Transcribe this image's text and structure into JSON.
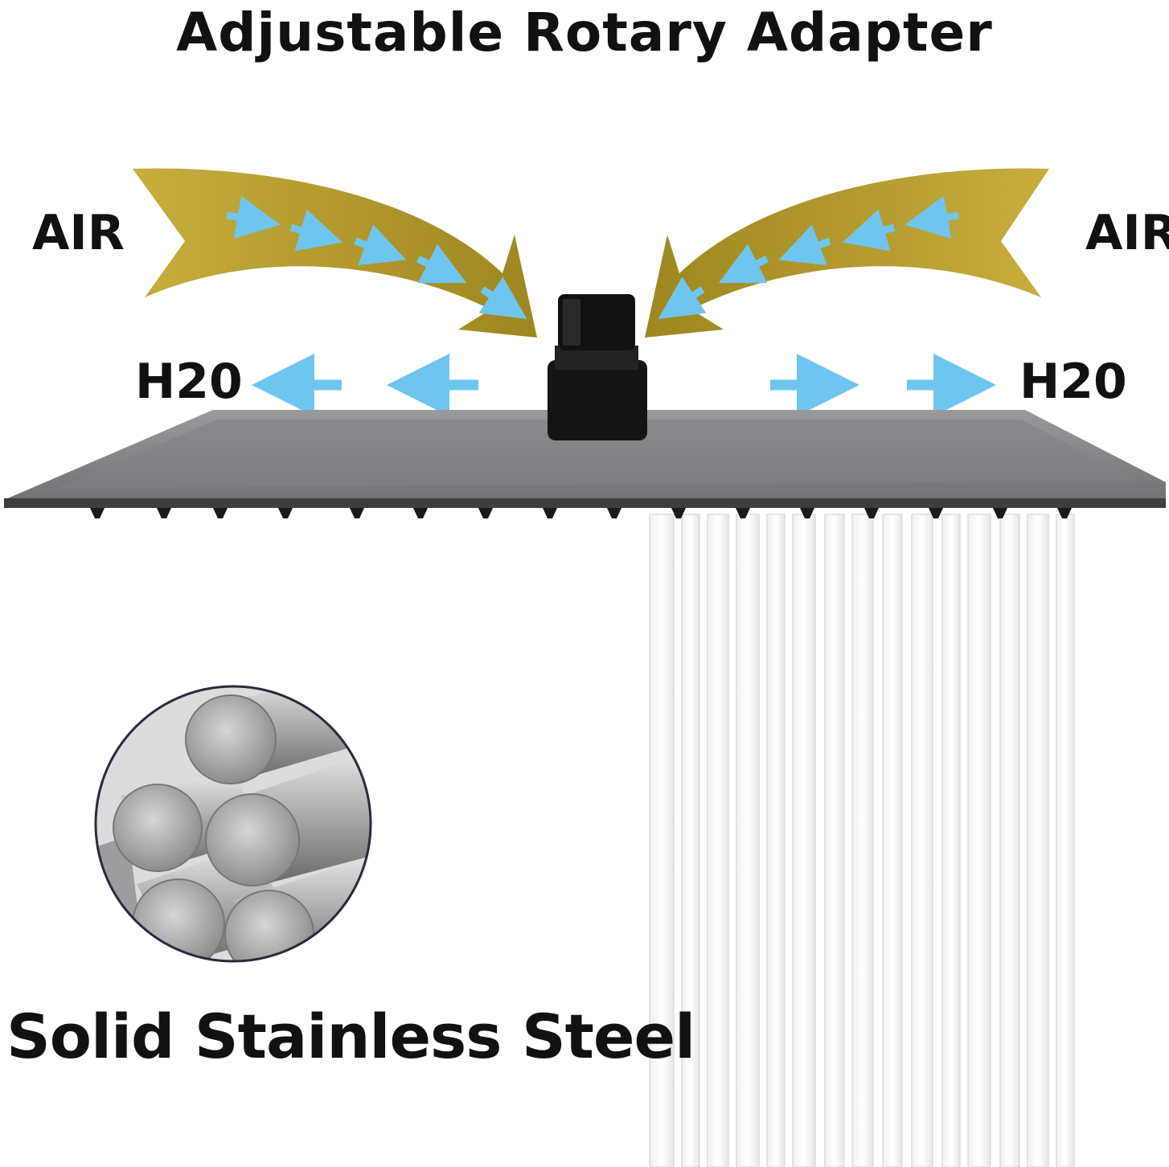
{
  "title": "Adjustable Rotary Adapter",
  "labels": {
    "air_left": "AIR",
    "air_right": "AIR",
    "h2o_left": "H20",
    "h2o_right": "H20",
    "material": "Solid Stainless Steel"
  },
  "colors": {
    "gold": "#B39A2E",
    "blue_arrow": "#6EC6F0",
    "plate": "#7A7A7D",
    "fitting": "#111111"
  },
  "icons": [
    "gold-air-arrow-icon",
    "blue-flow-arrow-icon",
    "shower-head-icon",
    "steel-rods-icon"
  ]
}
